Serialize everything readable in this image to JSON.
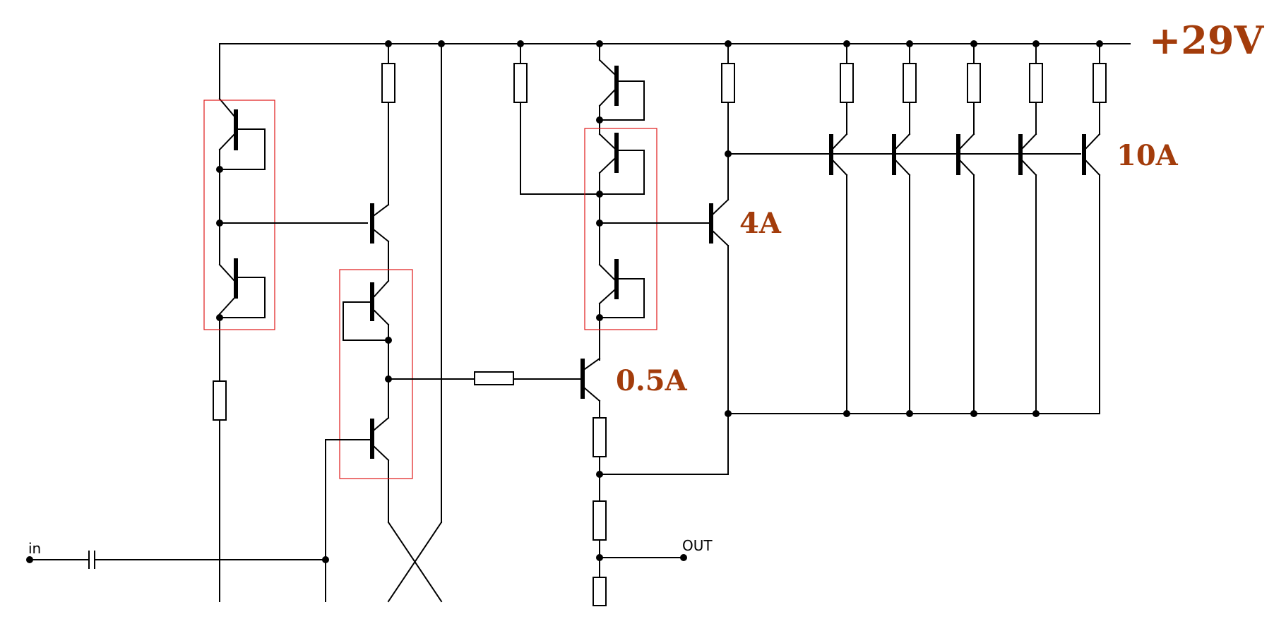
{
  "colors": {
    "wire": "#000000",
    "highlight_box": "#e01818",
    "label": "#a33c0b",
    "background": "#ffffff"
  },
  "labels": {
    "supply": "+29V",
    "current_10a": "10A",
    "current_4a": "4A",
    "current_05a": "0.5A",
    "input": "in",
    "output": "OUT"
  }
}
